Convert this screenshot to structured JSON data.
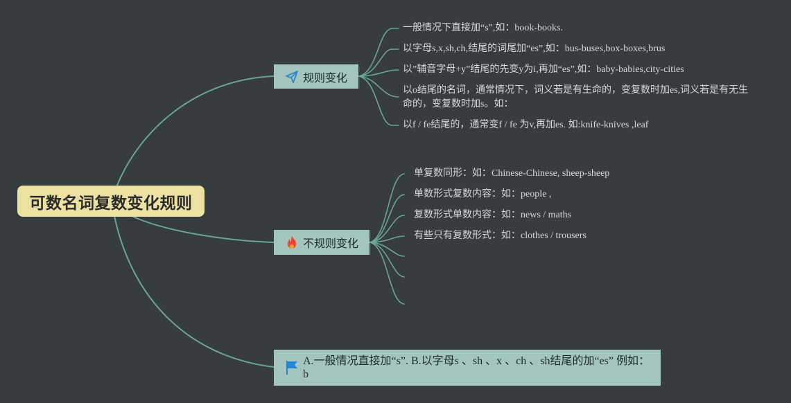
{
  "root": {
    "title": "可数名词复数变化规则"
  },
  "branches": [
    {
      "label": "规则变化",
      "icon": "paper-plane-icon",
      "items": [
        "一般情况下直接加“s”,如：book-books.",
        "以字母s,x,sh,ch,结尾的词尾加“es”,如：bus-buses,box-boxes,brus",
        "以”辅音字母+y”结尾的先变y为i,再加“es”,如：baby-babies,city-cities",
        "以o结尾的名词，通常情况下，词义若是有生命的，变复数时加es,词义若是有无生命的，变复数时加s。如：",
        "以f / fe结尾的，通常变f / fe 为v,再加es. 如:knife-knives ,leaf"
      ]
    },
    {
      "label": "不规则变化",
      "icon": "fire-icon",
      "items": [
        "单复数同形：如：Chinese-Chinese, sheep-sheep",
        "单数形式复数内容：如：people ,",
        "复数形式单数内容：如：news / maths",
        "有些只有复数形式：如：clothes / trousers"
      ]
    },
    {
      "label": "A.一般情况直接加“s”. B.以字母s 、sh 、x 、ch 、sh结尾的加“es” 例如：b",
      "icon": "flag-icon"
    }
  ],
  "colors": {
    "background": "#373c3e",
    "connector": "#6aa596",
    "root": "#ebe1a0",
    "branch": "#a4c5bd"
  }
}
